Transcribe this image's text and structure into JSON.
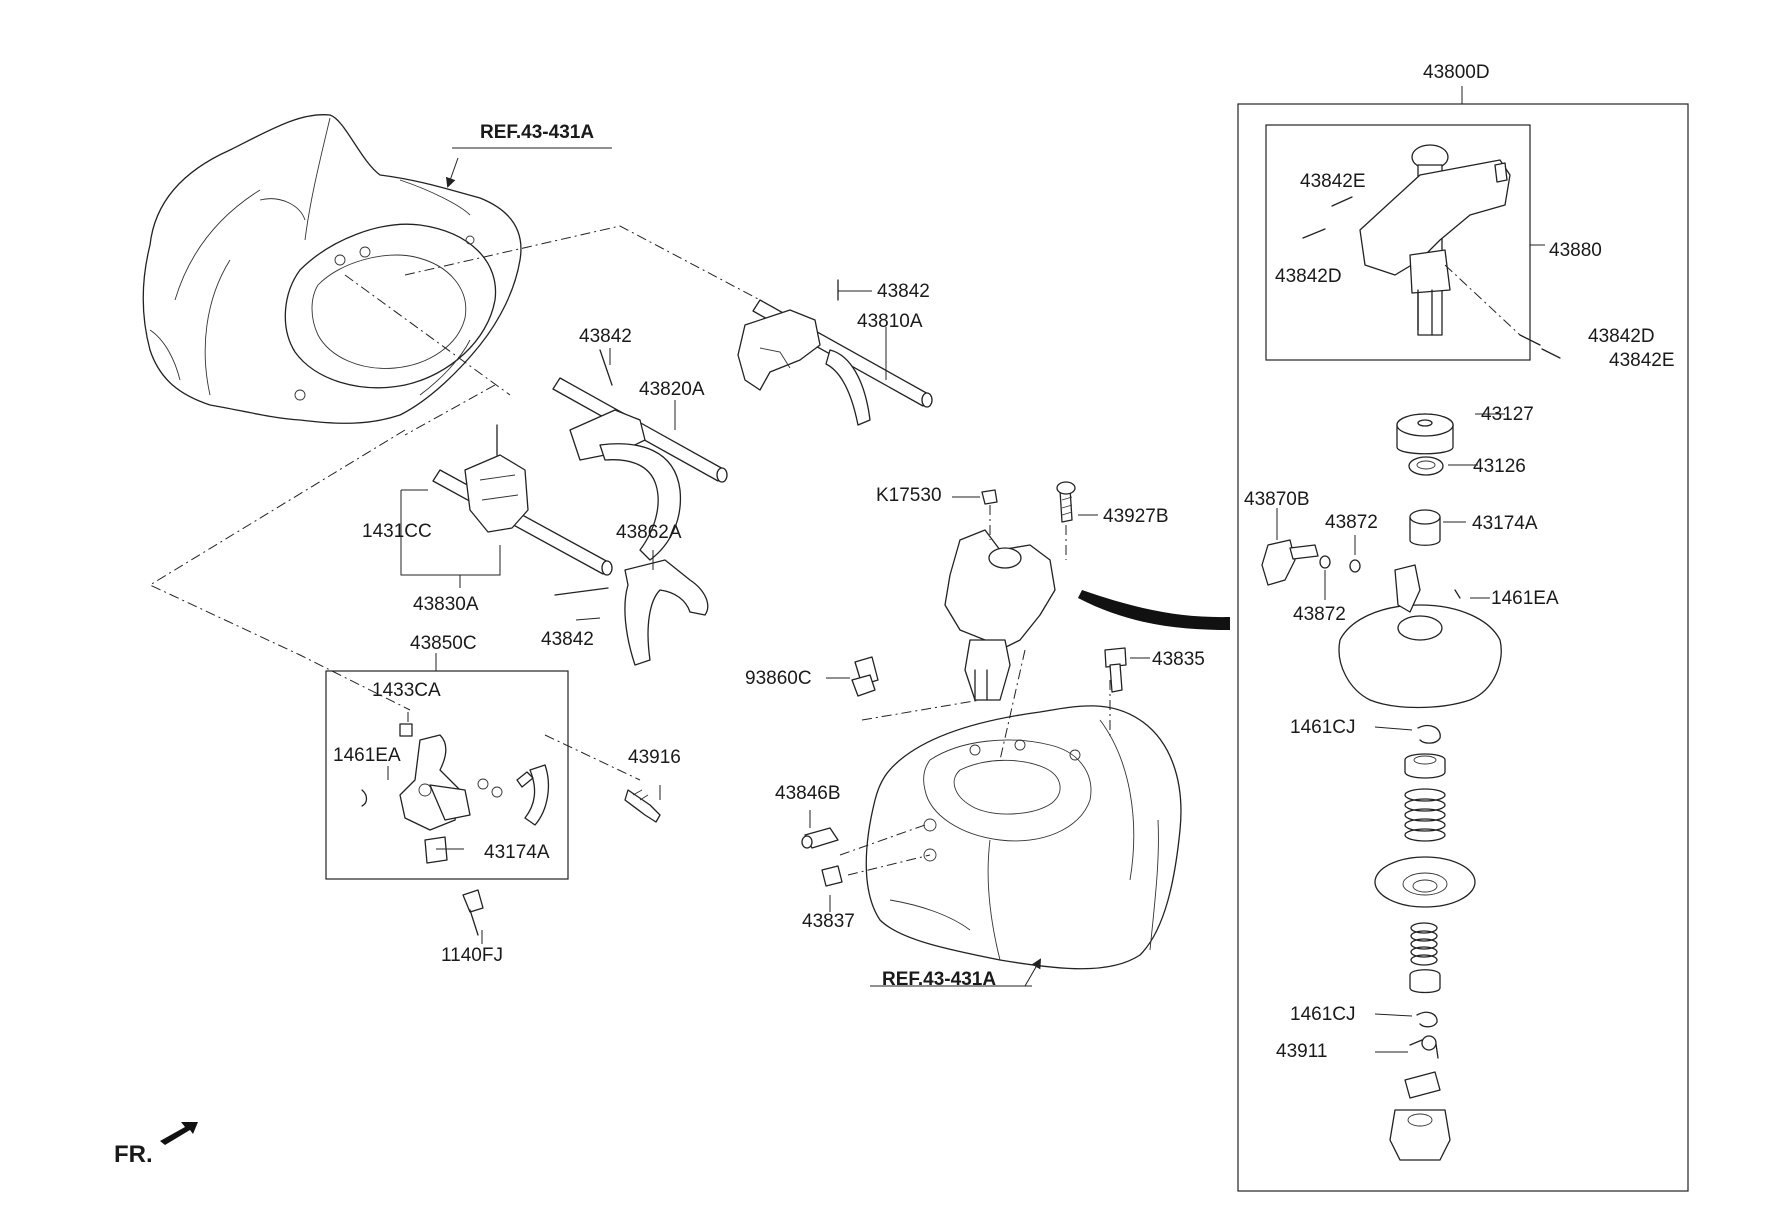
{
  "callouts": [
    {
      "id": "ref_top",
      "text": "REF.43-431A"
    },
    {
      "id": "ref_bottom",
      "text": "REF.43-431A"
    },
    {
      "id": "p43842_a",
      "text": "43842"
    },
    {
      "id": "p43810A",
      "text": "43810A"
    },
    {
      "id": "p43842_b",
      "text": "43842"
    },
    {
      "id": "p43820A",
      "text": "43820A"
    },
    {
      "id": "p1431CC",
      "text": "1431CC"
    },
    {
      "id": "p43862A",
      "text": "43862A"
    },
    {
      "id": "p43830A",
      "text": "43830A"
    },
    {
      "id": "p43842_c",
      "text": "43842"
    },
    {
      "id": "p43850C",
      "text": "43850C"
    },
    {
      "id": "p1433CA",
      "text": "1433CA"
    },
    {
      "id": "p1461EA_l",
      "text": "1461EA"
    },
    {
      "id": "p43174A_l",
      "text": "43174A"
    },
    {
      "id": "p43916",
      "text": "43916"
    },
    {
      "id": "p1140FJ",
      "text": "1140FJ"
    },
    {
      "id": "pK17530",
      "text": "K17530"
    },
    {
      "id": "p43927B",
      "text": "43927B"
    },
    {
      "id": "p93860C",
      "text": "93860C"
    },
    {
      "id": "p43835",
      "text": "43835"
    },
    {
      "id": "p43846B",
      "text": "43846B"
    },
    {
      "id": "p43837",
      "text": "43837"
    },
    {
      "id": "p43800D",
      "text": "43800D"
    },
    {
      "id": "p43842E_t",
      "text": "43842E"
    },
    {
      "id": "p43842D_t",
      "text": "43842D"
    },
    {
      "id": "p43880",
      "text": "43880"
    },
    {
      "id": "p43842D_r",
      "text": "43842D"
    },
    {
      "id": "p43842E_r",
      "text": "43842E"
    },
    {
      "id": "p43127",
      "text": "43127"
    },
    {
      "id": "p43126",
      "text": "43126"
    },
    {
      "id": "p43870B",
      "text": "43870B"
    },
    {
      "id": "p43872_a",
      "text": "43872"
    },
    {
      "id": "p43174A_r",
      "text": "43174A"
    },
    {
      "id": "p43872_b",
      "text": "43872"
    },
    {
      "id": "p1461EA_r",
      "text": "1461EA"
    },
    {
      "id": "p1461CJ_a",
      "text": "1461CJ"
    },
    {
      "id": "p1461CJ_b",
      "text": "1461CJ"
    },
    {
      "id": "p43911",
      "text": "43911"
    }
  ],
  "front_marker": {
    "text": "FR."
  }
}
